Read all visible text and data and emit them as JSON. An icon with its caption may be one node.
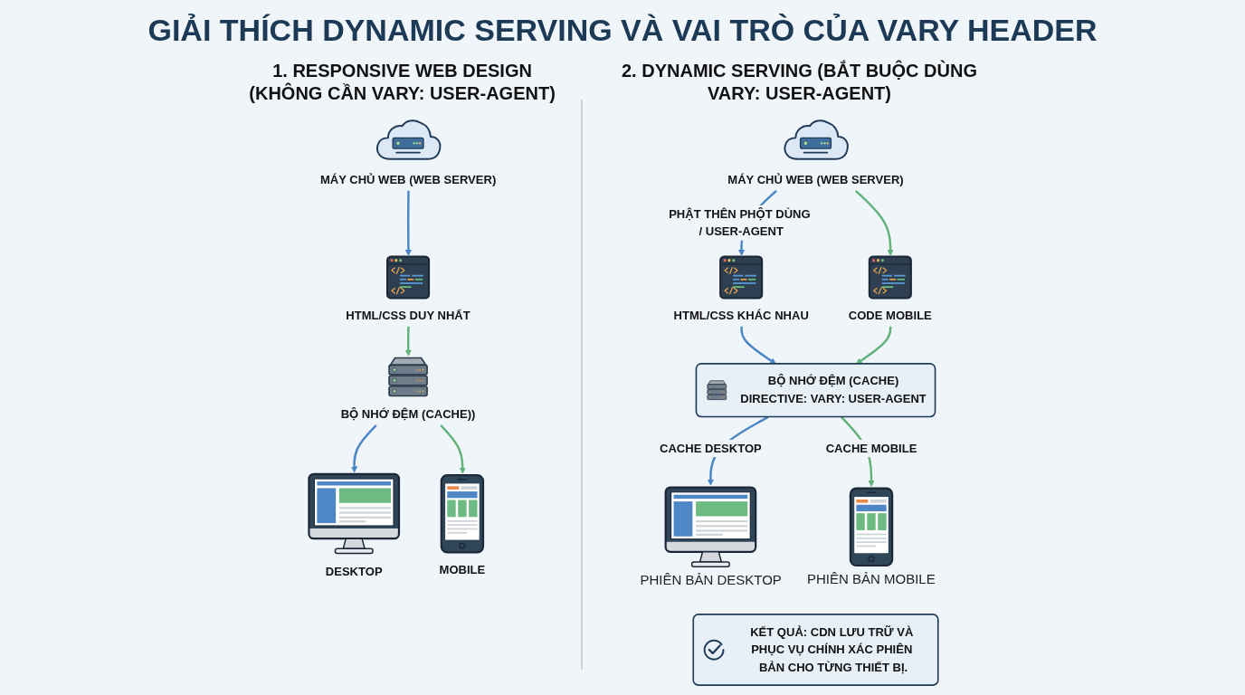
{
  "diagram": {
    "title": "GIẢI THÍCH DYNAMIC SERVING VÀ VAI TRÒ CỦA VARY HEADER",
    "nodes": [
      {
        "text": [
          "MÁY CHỦ WEB (WEB SERVER)"
        ]
      },
      {
        "text": [
          "HTML/CSS DUY NHẤT"
        ]
      },
      {
        "text": [
          "BỘ NHỚ ĐỆM (CACHE))"
        ]
      },
      {
        "text": [
          "DESKTOP"
        ]
      },
      {
        "text": [
          "MOBILE"
        ]
      },
      {
        "text": [
          "MÁY CHỦ WEB (WEB SERVER)"
        ]
      },
      {
        "text": [
          "HTML/CSS KHÁC NHAU"
        ]
      },
      {
        "text": [
          "CODE MOBILE"
        ]
      },
      {
        "text": [
          "BỘ NHỚ ĐỆM (CACHE)",
          "DIRECTIVE: VARY: USER-AGENT"
        ]
      },
      {
        "text": [],
        "shape": "picture"
      },
      {
        "text": [],
        "shape": "picture"
      },
      {
        "text": [
          "KẾT QUẢ: CDN LƯU TRỮ VÀ PHỤC VỤ CHÍNH XÁC PHIÊN BẢN CHO TỪNG THIẾT BỊ."
        ]
      }
    ],
    "edges": [
      {
        "from": 0,
        "to": 1,
        "arrow": "to",
        "color": "#4a86c5"
      },
      {
        "from": 1,
        "to": 2,
        "arrow": "to",
        "color": "#62b27a"
      },
      {
        "from": 2,
        "to": 3,
        "arrow": "to",
        "color": "#4a86c5"
      },
      {
        "from": 2,
        "to": 4,
        "arrow": "to",
        "color": "#62b27a"
      },
      {
        "from": 5,
        "to": 6,
        "arrow": "to",
        "label": "PHẬT THÊN PHỘT DÙNG / USER-AGENT",
        "color": "#4a86c5"
      },
      {
        "from": 5,
        "to": 7,
        "arrow": "to",
        "color": "#62b27a"
      },
      {
        "from": 6,
        "to": 8,
        "arrow": "to",
        "color": "#4a86c5"
      },
      {
        "from": 7,
        "to": 8,
        "arrow": "to",
        "color": "#62b27a"
      },
      {
        "from": 8,
        "to": 9,
        "arrow": "to",
        "label": "CACHE DESKTOP",
        "color": "#4a86c5"
      },
      {
        "from": 8,
        "to": 10,
        "arrow": "to",
        "label": "CACHE MOBILE",
        "color": "#62b27a"
      }
    ],
    "labels": [
      "1. RESPONSIVE WEB DESIGN (KHÔNG CẦN VARY: USER-AGENT)",
      "2. DYNAMIC SERVING (BẮT BUỘC DÙNG VARY: USER-AGENT)",
      "PHIÊN BẢN DESKTOP",
      "PHIÊN BẢN MOBILE"
    ]
  }
}
